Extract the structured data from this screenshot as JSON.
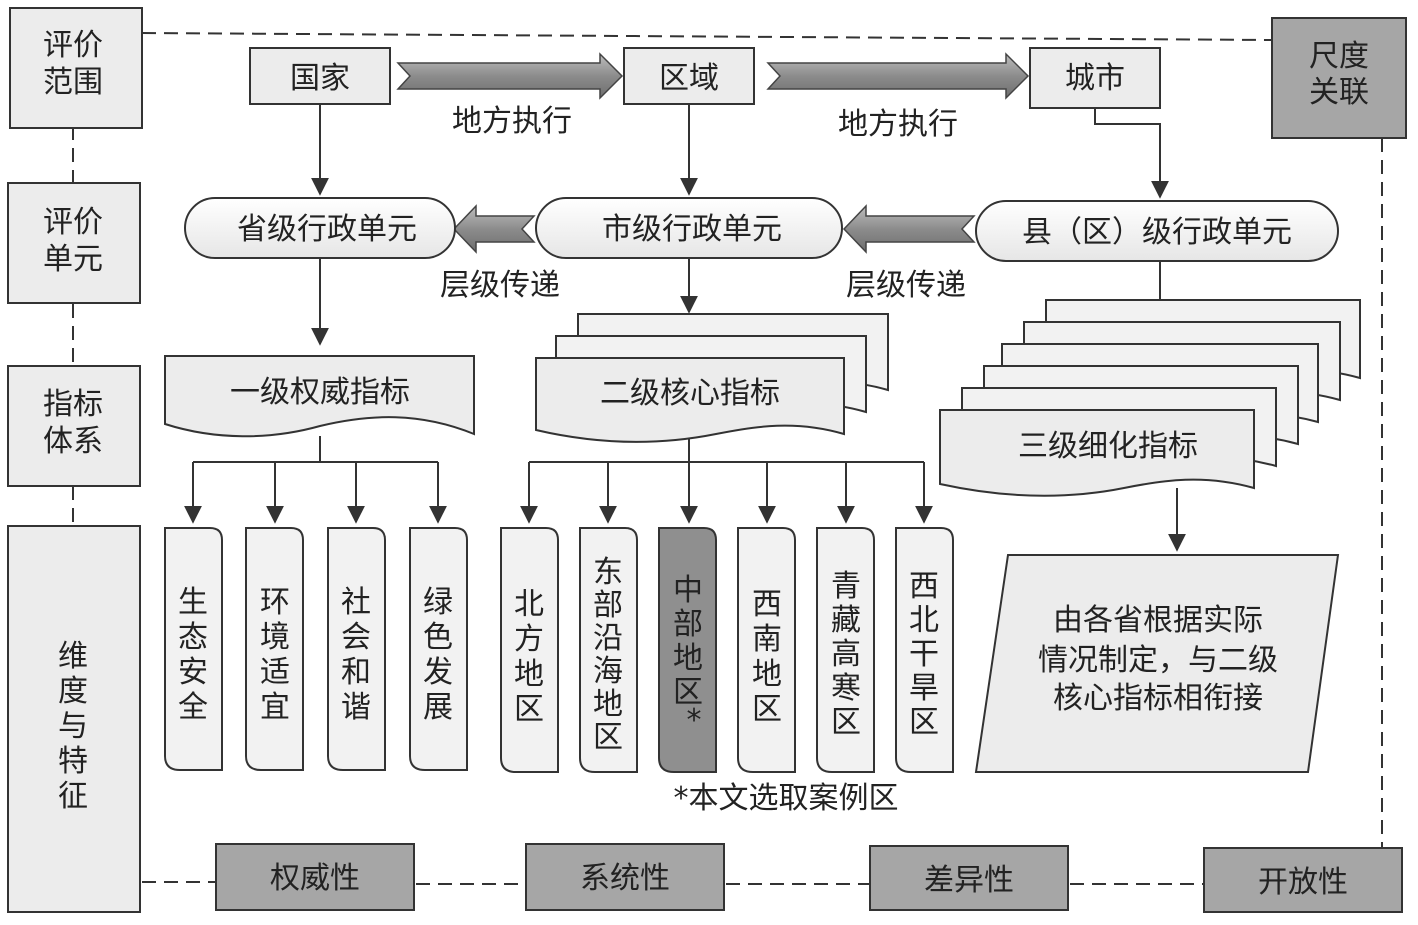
{
  "side_labels": [
    {
      "lines": [
        "评价",
        "范围"
      ]
    },
    {
      "lines": [
        "评价",
        "单元"
      ]
    },
    {
      "lines": [
        "指标",
        "体系"
      ]
    },
    {
      "lines": [
        "维",
        "度",
        "与",
        "特",
        "征"
      ]
    }
  ],
  "corner_label": {
    "lines": [
      "尺度",
      "关联"
    ]
  },
  "scope": {
    "national": "国家",
    "regional": "区域",
    "city": "城市"
  },
  "execution_label_1": "地方执行",
  "execution_label_2": "地方执行",
  "units": {
    "province": "省级行政单元",
    "city": "市级行政单元",
    "county": "县（区）级行政单元"
  },
  "transfer_label_1": "层级传递",
  "transfer_label_2": "层级传递",
  "indicators": {
    "level1": "一级权威指标",
    "level2": "二级核心指标",
    "level3": "三级细化指标"
  },
  "level1_dimensions": [
    [
      "生",
      "态",
      "安",
      "全"
    ],
    [
      "环",
      "境",
      "适",
      "宜"
    ],
    [
      "社",
      "会",
      "和",
      "谐"
    ],
    [
      "绿",
      "色",
      "发",
      "展"
    ]
  ],
  "level2_regions": [
    [
      "北",
      "方",
      "地",
      "区"
    ],
    [
      "东",
      "部",
      "沿",
      "海",
      "地",
      "区"
    ],
    [
      "中",
      "部",
      "地",
      "区",
      "*"
    ],
    [
      "西",
      "南",
      "地",
      "区"
    ],
    [
      "青",
      "藏",
      "高",
      "寒",
      "区"
    ],
    [
      "西",
      "北",
      "干",
      "旱",
      "区"
    ]
  ],
  "level3_note": [
    "由各省根据实际",
    "情况制定，与二级",
    "核心指标相衔接"
  ],
  "case_note": "*本文选取案例区",
  "features": [
    "权威性",
    "系统性",
    "差异性",
    "开放性"
  ]
}
